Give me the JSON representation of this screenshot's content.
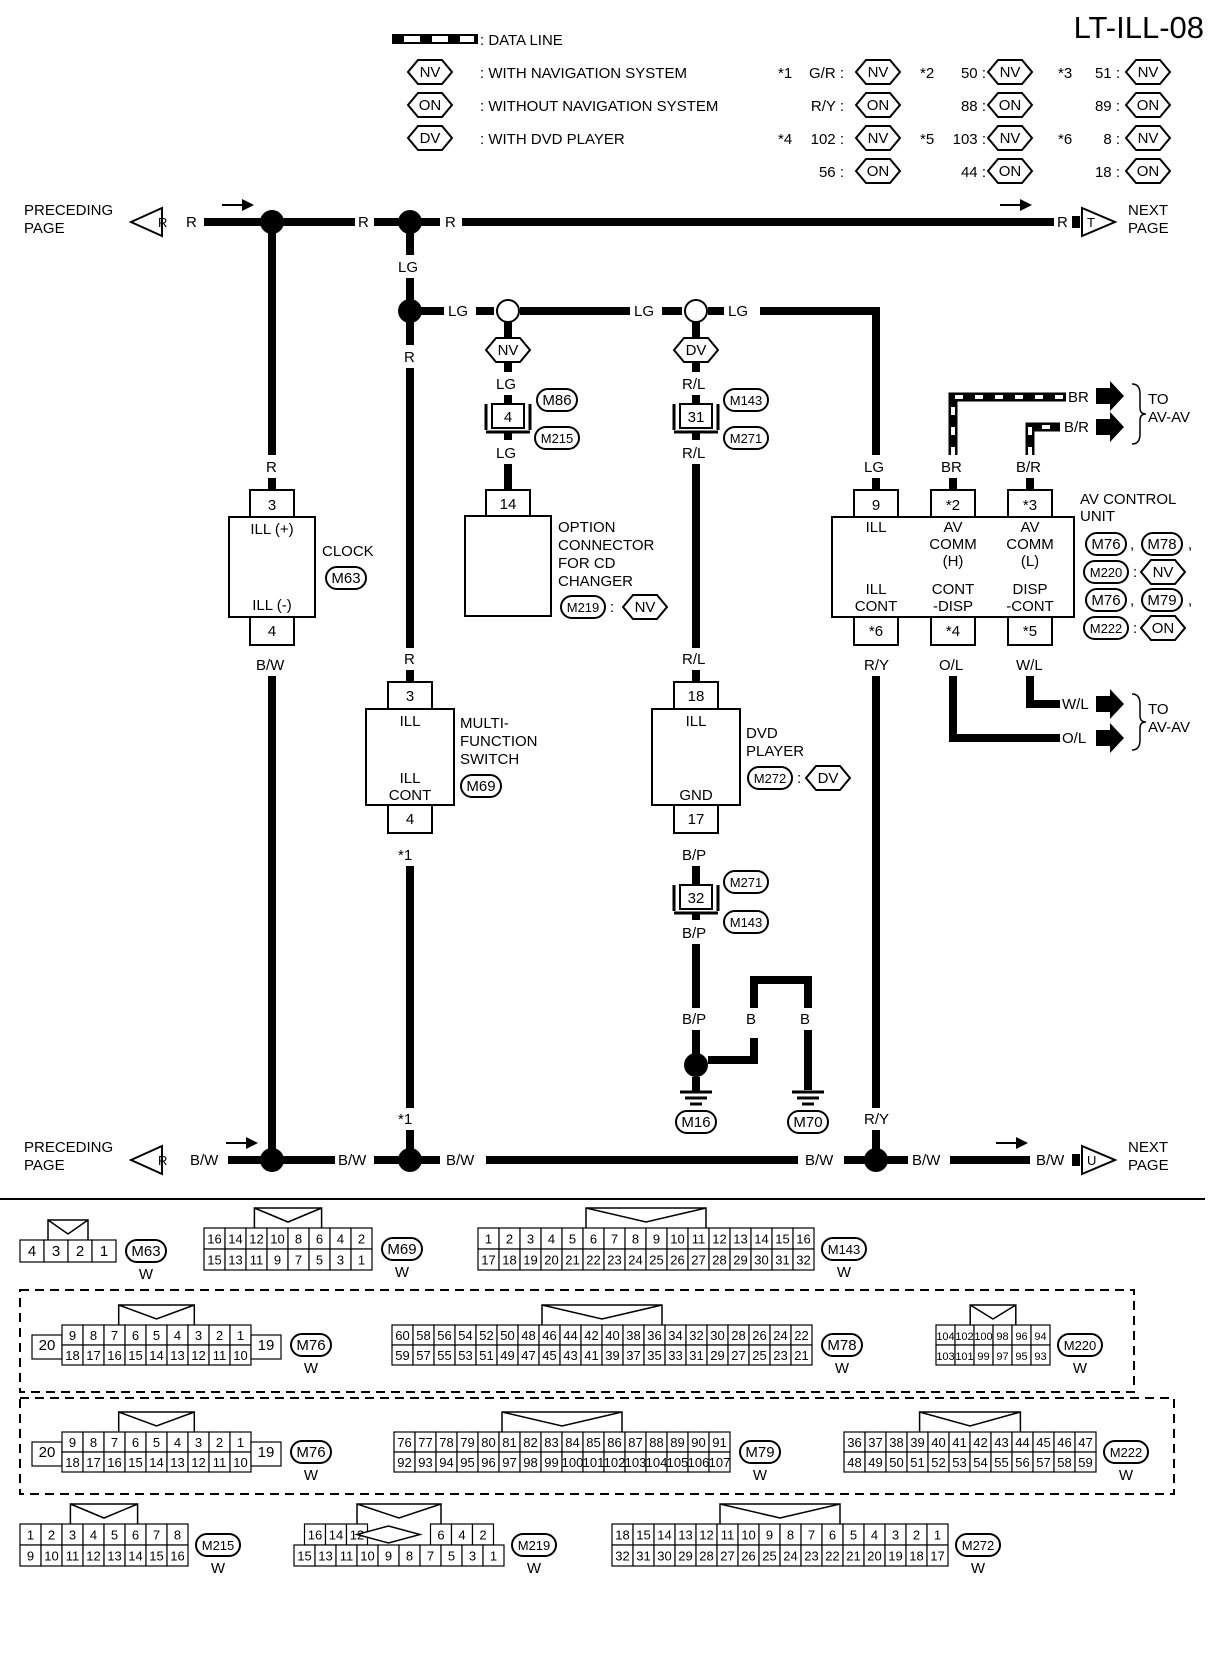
{
  "diagram_id": "LT-ILL-08",
  "legend": {
    "data_line": ": DATA LINE",
    "nv": ": WITH NAVIGATION SYSTEM",
    "on": ": WITHOUT NAVIGATION SYSTEM",
    "dv": ": WITH DVD PLAYER",
    "nv_tag": "NV",
    "on_tag": "ON",
    "dv_tag": "DV"
  },
  "notes": [
    {
      "mark": "*1",
      "rows": [
        {
          "v": "G/R :",
          "tag": "NV"
        },
        {
          "v": "R/Y :",
          "tag": "ON"
        }
      ]
    },
    {
      "mark": "*2",
      "rows": [
        {
          "v": "50 :",
          "tag": "NV"
        },
        {
          "v": "88 :",
          "tag": "ON"
        }
      ]
    },
    {
      "mark": "*3",
      "rows": [
        {
          "v": "51 :",
          "tag": "NV"
        },
        {
          "v": "89 :",
          "tag": "ON"
        }
      ]
    },
    {
      "mark": "*4",
      "rows": [
        {
          "v": "102 :",
          "tag": "NV"
        },
        {
          "v": "56 :",
          "tag": "ON"
        }
      ]
    },
    {
      "mark": "*5",
      "rows": [
        {
          "v": "103 :",
          "tag": "NV"
        },
        {
          "v": "44 :",
          "tag": "ON"
        }
      ]
    },
    {
      "mark": "*6",
      "rows": [
        {
          "v": "8 :",
          "tag": "NV"
        },
        {
          "v": "18 :",
          "tag": "ON"
        }
      ]
    }
  ],
  "page_links": {
    "preceding": "PRECEDING",
    "next": "NEXT",
    "page": "PAGE",
    "top_prev_letter": "R",
    "top_next_letter": "T",
    "bottom_prev_letter": "R",
    "bottom_next_letter": "U"
  },
  "wires": {
    "R": "R",
    "LG": "LG",
    "RL": "R/L",
    "BW": "B/W",
    "BP": "B/P",
    "B": "B",
    "RY": "R/Y",
    "BR": "BR",
    "BRs": "B/R",
    "OL": "O/L",
    "WL": "W/L",
    "star1": "*1"
  },
  "components": {
    "clock": {
      "name": "CLOCK",
      "conn": "M63",
      "p1": "3",
      "p2": "4",
      "l1": "ILL (+)",
      "l2": "ILL (-)"
    },
    "mfs": {
      "name": [
        "MULTI-",
        "FUNCTION",
        "SWITCH"
      ],
      "conn": "M69",
      "p1": "3",
      "p2": "4",
      "l1": "ILL",
      "l2a": "ILL",
      "l2b": "CONT"
    },
    "option": {
      "name": [
        "OPTION",
        "CONNECTOR",
        "FOR CD",
        "CHANGER"
      ],
      "conn": "M219",
      "tag": "NV",
      "pin": "14",
      "colon": ":"
    },
    "dvd": {
      "name": [
        "DVD",
        "PLAYER"
      ],
      "conn": "M272",
      "tag": "DV",
      "p1": "18",
      "p2": "17",
      "l1": "ILL",
      "l2": "GND",
      "colon": ":"
    },
    "avcu": {
      "name": [
        "AV CONTROL",
        "UNIT"
      ],
      "conns": [
        {
          "a": "M76",
          "b": "M78",
          "c": "M220",
          "tag": "NV"
        },
        {
          "a": "M76",
          "b": "M79",
          "c": "M222",
          "tag": "ON"
        }
      ],
      "comma": ",",
      "colon": ":",
      "pins_top": [
        "9",
        "*2",
        "*3"
      ],
      "pins_bot": [
        "*6",
        "*4",
        "*5"
      ],
      "labels_top": [
        [
          "ILL"
        ],
        [
          "AV",
          "COMM",
          "(H)"
        ],
        [
          "AV",
          "COMM",
          "(L)"
        ]
      ],
      "labels_bot": [
        [
          "ILL",
          "CONT"
        ],
        [
          "CONT",
          "-DISP"
        ],
        [
          "DISP",
          "-CONT"
        ]
      ],
      "to": "TO",
      "av": "AV-AV"
    }
  },
  "inline_connectors": {
    "lg": {
      "pin": "4",
      "c1": "M86",
      "c2": "M215"
    },
    "rl": {
      "pin": "31",
      "c1": "M143",
      "c2": "M271"
    },
    "bp": {
      "pin": "32",
      "c1": "M271",
      "c2": "M143"
    }
  },
  "grounds": [
    "M16",
    "M70"
  ],
  "connector_faces": [
    {
      "id": "M63",
      "color": "W",
      "rows": [
        [
          "4",
          "3",
          "2",
          "1"
        ]
      ]
    },
    {
      "id": "M69",
      "color": "W",
      "rows": [
        [
          "16",
          "14",
          "12",
          "10",
          "8",
          "6",
          "4",
          "2"
        ],
        [
          "15",
          "13",
          "11",
          "9",
          "7",
          "5",
          "3",
          "1"
        ]
      ]
    },
    {
      "id": "M143",
      "color": "W",
      "rows": [
        [
          "1",
          "2",
          "3",
          "4",
          "5",
          "6",
          "7",
          "8",
          "9",
          "10",
          "11",
          "12",
          "13",
          "14",
          "15",
          "16"
        ],
        [
          "17",
          "18",
          "19",
          "20",
          "21",
          "22",
          "23",
          "24",
          "25",
          "26",
          "27",
          "28",
          "29",
          "30",
          "31",
          "32"
        ]
      ]
    },
    {
      "id": "M76",
      "color": "W",
      "side": [
        "20",
        "19"
      ],
      "rows": [
        [
          "9",
          "8",
          "7",
          "6",
          "5",
          "4",
          "3",
          "2",
          "1"
        ],
        [
          "18",
          "17",
          "16",
          "15",
          "14",
          "13",
          "12",
          "11",
          "10"
        ]
      ]
    },
    {
      "id": "M78",
      "color": "W",
      "rows": [
        [
          "60",
          "58",
          "56",
          "54",
          "52",
          "50",
          "48",
          "46",
          "44",
          "42",
          "40",
          "38",
          "36",
          "34",
          "32",
          "30",
          "28",
          "26",
          "24",
          "22"
        ],
        [
          "59",
          "57",
          "55",
          "53",
          "51",
          "49",
          "47",
          "45",
          "43",
          "41",
          "39",
          "37",
          "35",
          "33",
          "31",
          "29",
          "27",
          "25",
          "23",
          "21"
        ]
      ]
    },
    {
      "id": "M220",
      "color": "W",
      "rows": [
        [
          "104",
          "102",
          "100",
          "98",
          "96",
          "94"
        ],
        [
          "103",
          "101",
          "99",
          "97",
          "95",
          "93"
        ]
      ]
    },
    {
      "id": "M76",
      "color": "W",
      "side": [
        "20",
        "19"
      ],
      "rows": [
        [
          "9",
          "8",
          "7",
          "6",
          "5",
          "4",
          "3",
          "2",
          "1"
        ],
        [
          "18",
          "17",
          "16",
          "15",
          "14",
          "13",
          "12",
          "11",
          "10"
        ]
      ]
    },
    {
      "id": "M79",
      "color": "W",
      "rows": [
        [
          "76",
          "77",
          "78",
          "79",
          "80",
          "81",
          "82",
          "83",
          "84",
          "85",
          "86",
          "87",
          "88",
          "89",
          "90",
          "91"
        ],
        [
          "92",
          "93",
          "94",
          "95",
          "96",
          "97",
          "98",
          "99",
          "100",
          "101",
          "102",
          "103",
          "104",
          "105",
          "106",
          "107"
        ]
      ]
    },
    {
      "id": "M222",
      "color": "W",
      "rows": [
        [
          "36",
          "37",
          "38",
          "39",
          "40",
          "41",
          "42",
          "43",
          "44",
          "45",
          "46",
          "47"
        ],
        [
          "48",
          "49",
          "50",
          "51",
          "52",
          "53",
          "54",
          "55",
          "56",
          "57",
          "58",
          "59"
        ]
      ]
    },
    {
      "id": "M215",
      "color": "W",
      "rows": [
        [
          "1",
          "2",
          "3",
          "4",
          "5",
          "6",
          "7",
          "8"
        ],
        [
          "9",
          "10",
          "11",
          "12",
          "13",
          "14",
          "15",
          "16"
        ]
      ]
    },
    {
      "id": "M219",
      "color": "W",
      "rows": [
        [
          "16",
          "14",
          "12",
          "",
          "",
          "",
          "6",
          "4",
          "2"
        ],
        [
          "15",
          "13",
          "11",
          "10",
          "9",
          "8",
          "7",
          "5",
          "3",
          "1"
        ]
      ]
    },
    {
      "id": "M272",
      "color": "W",
      "rows": [
        [
          "18",
          "15",
          "14",
          "13",
          "12",
          "11",
          "10",
          "9",
          "8",
          "7",
          "6",
          "5",
          "4",
          "3",
          "2",
          "1"
        ],
        [
          "32",
          "31",
          "30",
          "29",
          "28",
          "27",
          "26",
          "25",
          "24",
          "23",
          "22",
          "21",
          "20",
          "19",
          "18",
          "17"
        ]
      ]
    }
  ]
}
